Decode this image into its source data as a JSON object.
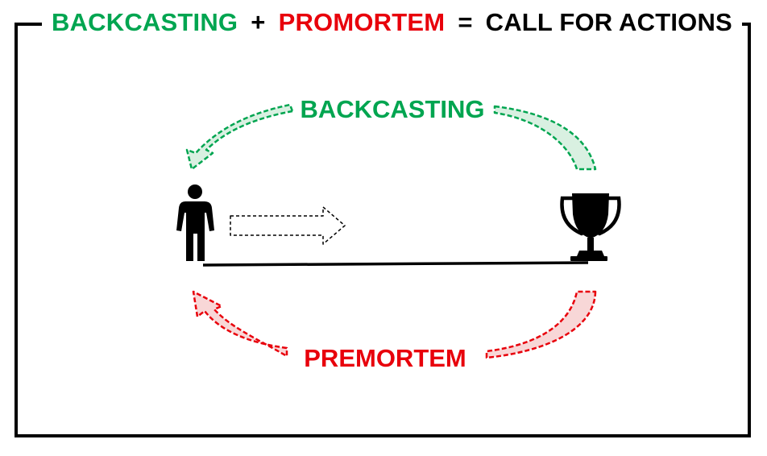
{
  "title": {
    "part1": "BACKCASTING",
    "plus": "+",
    "part2": "PROMORTEM",
    "equals": "=",
    "result": "CALL FOR ACTIONS"
  },
  "top_cycle_label": "BACKCASTING",
  "bottom_cycle_label": "PREMORTEM",
  "icons": {
    "start": "person-icon",
    "goal": "trophy-icon"
  },
  "colors": {
    "green": "#00A550",
    "green_fill": "#D9F0E1",
    "red": "#E8000B",
    "red_fill": "#F8D7D7",
    "black": "#000000"
  }
}
